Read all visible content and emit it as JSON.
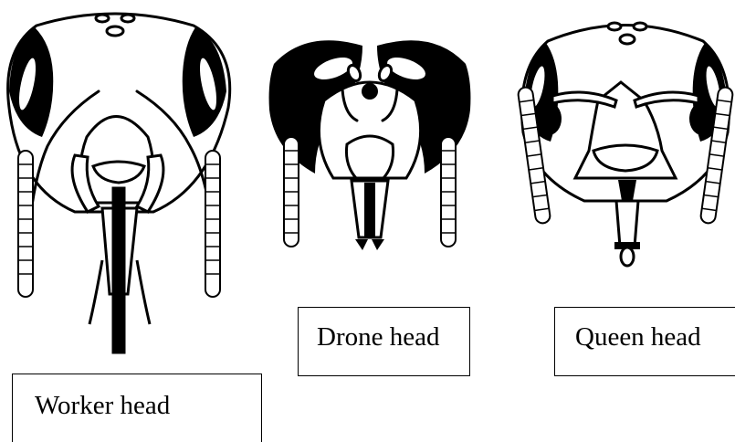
{
  "labels": {
    "worker": "Worker head",
    "drone": "Drone head",
    "queen": "Queen head"
  },
  "colors": {
    "line": "#000000",
    "fill": "#ffffff",
    "background": "#ffffff"
  }
}
